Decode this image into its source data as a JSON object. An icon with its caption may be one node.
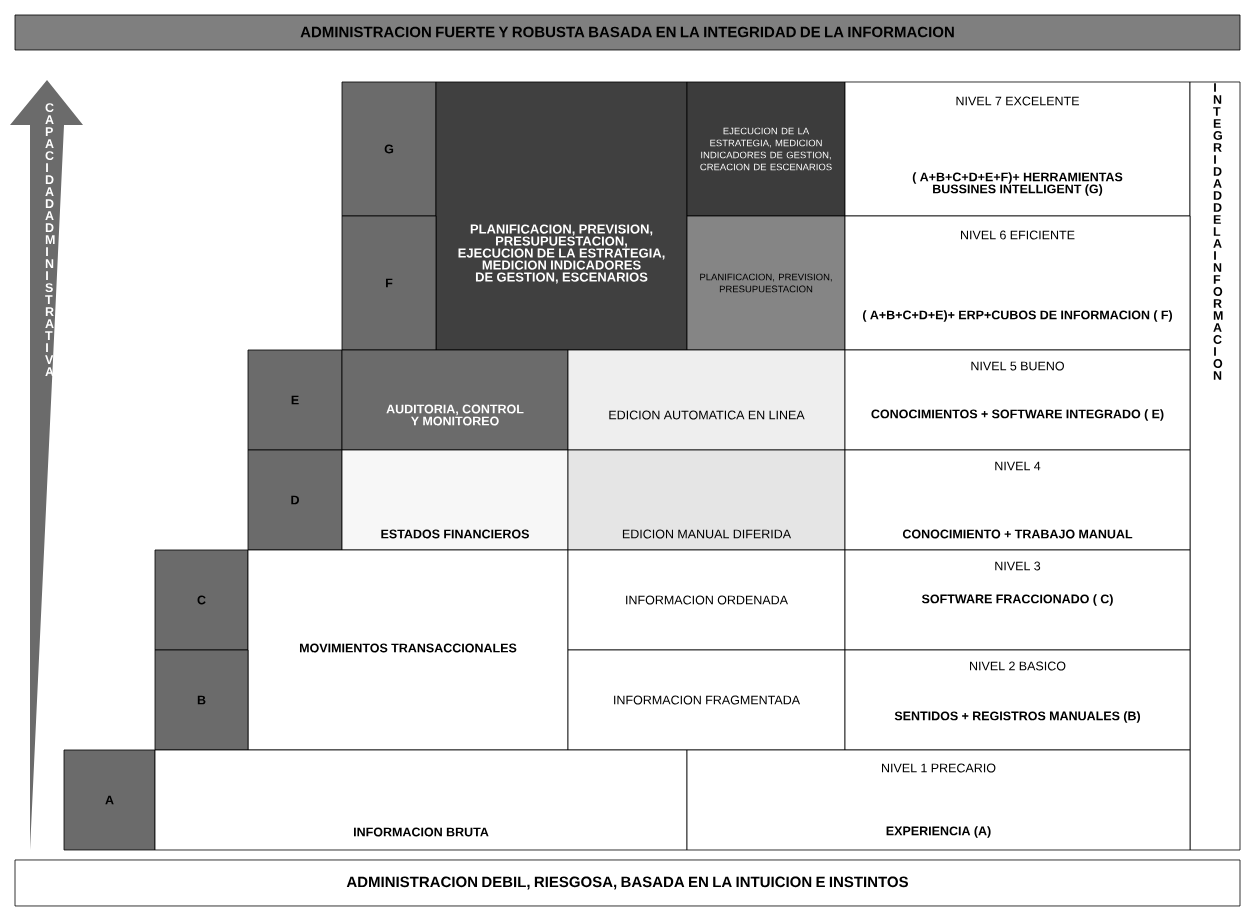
{
  "diagram": {
    "nodes": [
      {
        "text": [
          "ADMINISTRACION FUERTE Y ROBUSTA BASADA EN LA INTEGRIDAD DE LA INFORMACION"
        ]
      },
      {
        "text": [
          "CAPACIDAD ADMINISTRATIVA"
        ]
      },
      {
        "text": [
          "G"
        ]
      },
      {
        "text": [
          "PLANIFICACION, PREVISION, PRESUPUESTACION, EJECUCION DE LA ESTRATEGIA, MEDICION INDICADORES DE GESTION, ESCENARIOS"
        ]
      },
      {
        "text": [
          "EJECUCION DE LA ESTRATEGIA, MEDICION INDICADORES DE GESTION, CREACION DE ESCENARIOS"
        ]
      },
      {
        "text": [
          "NIVEL 7 EXCELENTE",
          "( A+B+C+D+E+F)+ HERRAMIENTAS BUSSINES INTELLIGENT (G)"
        ]
      },
      {
        "text": [
          "INTEGRIDAD DE LA INFORMACION"
        ]
      },
      {
        "text": [
          "F"
        ]
      },
      {
        "text": [
          "PLANIFICACION, PREVISION, PRESUPUESTACION"
        ]
      },
      {
        "text": [
          "NIVEL 6 EFICIENTE",
          "( A+B+C+D+E)+ ERP+CUBOS DE INFORMACION ( F)"
        ]
      },
      {
        "text": [
          "E"
        ]
      },
      {
        "text": [
          "AUDITORIA, CONTROL Y MONITOREO"
        ]
      },
      {
        "text": [
          "EDICION AUTOMATICA EN LINEA"
        ]
      },
      {
        "text": [
          "NIVEL 5 BUENO",
          "CONOCIMIENTOS + SOFTWARE INTEGRADO ( E)"
        ]
      },
      {
        "text": [
          "D"
        ]
      },
      {
        "text": [
          "ESTADOS FINANCIEROS"
        ]
      },
      {
        "text": [
          "EDICION MANUAL DIFERIDA"
        ]
      },
      {
        "text": [
          "NIVEL 4",
          "CONOCIMIENTO + TRABAJO MANUAL"
        ]
      },
      {
        "text": [
          "C"
        ]
      },
      {
        "text": [
          "MOVIMIENTOS TRANSACCIONALES"
        ]
      },
      {
        "text": [
          "INFORMACION ORDENADA"
        ]
      },
      {
        "text": [
          "NIVEL 3",
          "SOFTWARE FRACCIONADO ( C)"
        ]
      },
      {
        "text": [
          "B"
        ]
      },
      {
        "text": [
          "INFORMACION FRAGMENTADA"
        ]
      },
      {
        "text": [
          "NIVEL 2 BASICO",
          "SENTIDOS + REGISTROS MANUALES   (B)"
        ]
      },
      {
        "text": [
          "A"
        ]
      },
      {
        "text": [
          "INFORMACION BRUTA"
        ]
      },
      {
        "text": [
          "NIVEL 1 PRECARIO",
          "EXPERIENCIA (A)"
        ]
      },
      {
        "text": [
          "ADMINISTRACION DEBIL, RIESGOSA, BASADA EN LA INTUICION E INSTINTOS"
        ]
      }
    ]
  }
}
